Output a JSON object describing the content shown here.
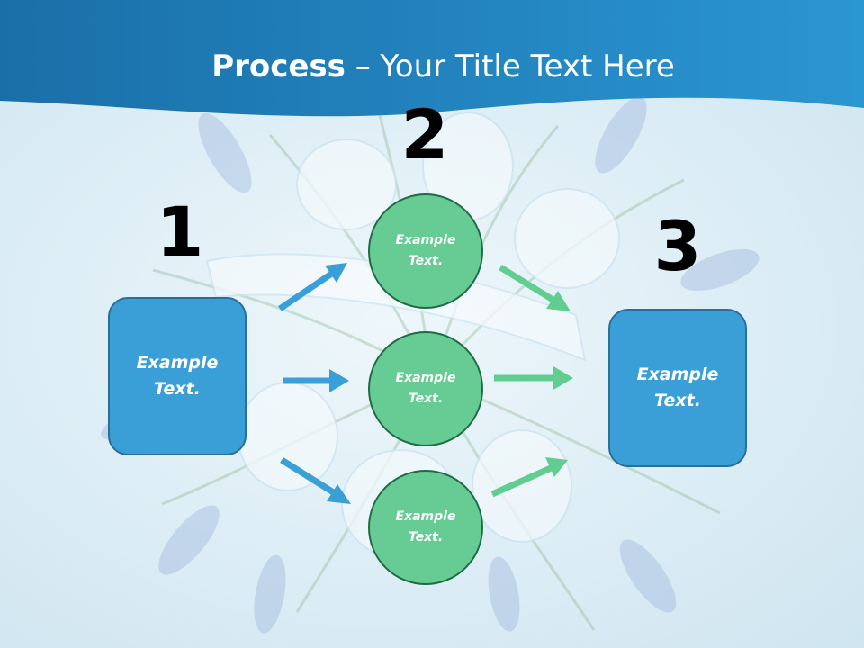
{
  "title": {
    "bold": "Process",
    "rest": " – Your Title Text Here"
  },
  "steps": {
    "one": "1",
    "two": "2",
    "three": "3"
  },
  "start_box": {
    "text": "Example Text."
  },
  "end_box": {
    "text": "Example Text."
  },
  "circles": {
    "top": "Example Text.",
    "middle": "Example Text.",
    "bottom": "Example Text."
  },
  "colors": {
    "header": "#2187c4",
    "box_fill": "#3a9fd6",
    "box_border": "#2a6f98",
    "circle_fill": "#66cc94",
    "circle_border": "#1f6b46",
    "arrow_blue": "#3a9fd6",
    "arrow_green": "#62cd91"
  },
  "icons": {
    "arrow": "right-arrow-icon"
  }
}
